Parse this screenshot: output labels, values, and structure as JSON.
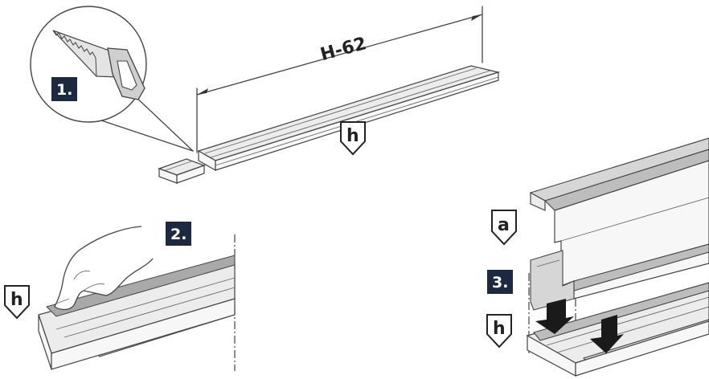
{
  "steps": {
    "step1": "1.",
    "step2": "2.",
    "step3": "3."
  },
  "dimension": {
    "label": "H-62"
  },
  "tags": {
    "h_top": "h",
    "h_left": "h",
    "h_right": "h",
    "a": "a"
  },
  "colors": {
    "step_box": "#1d2940",
    "arrow": "#1a1a1a",
    "rail": "#ececec"
  }
}
